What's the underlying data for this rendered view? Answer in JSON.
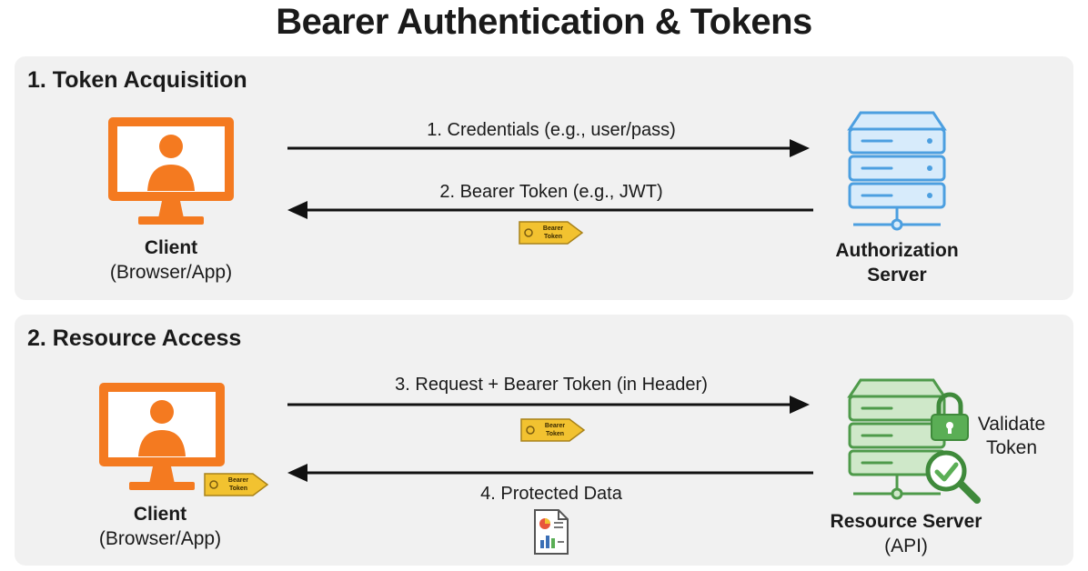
{
  "title": "Bearer Authentication & Tokens",
  "sections": [
    {
      "heading": "1. Token Acquisition",
      "client": {
        "name": "Client",
        "sub": "(Browser/App)"
      },
      "server": {
        "name": "Authorization",
        "sub": "Server"
      },
      "messages": [
        {
          "text": "1. Credentials (e.g., user/pass)",
          "direction": "right"
        },
        {
          "text": "2. Bearer Token (e.g., JWT)",
          "direction": "left"
        }
      ]
    },
    {
      "heading": "2. Resource Access",
      "client": {
        "name": "Client",
        "sub": "(Browser/App)"
      },
      "server": {
        "name": "Resource Server",
        "sub": "(API)"
      },
      "validate": {
        "line1": "Validate",
        "line2": "Token"
      },
      "messages": [
        {
          "text": "3. Request + Bearer Token (in Header)",
          "direction": "right"
        },
        {
          "text": "4. Protected Data",
          "direction": "left"
        }
      ]
    }
  ],
  "token_label": {
    "line1": "Bearer",
    "line2": "Token"
  },
  "colors": {
    "client": "#f47a20",
    "auth_server": "#5aa9e6",
    "resource_server": "#5aae55",
    "token": "#f2c230",
    "panel": "#f1f1f1"
  },
  "icons": [
    "computer-user-icon",
    "server-icon",
    "key-token-icon",
    "lock-icon",
    "magnifier-check-icon",
    "document-chart-icon"
  ]
}
